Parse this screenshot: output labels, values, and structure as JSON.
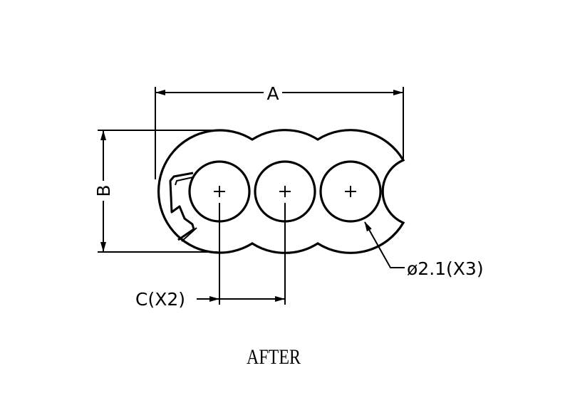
{
  "drawing": {
    "dimension_a_label": "A",
    "dimension_b_label": "B",
    "dimension_c_label": "C(X2)",
    "hole_callout": "ø2.1(X3)",
    "caption": "AFTER",
    "hole_count": 3,
    "line_color": "#000000"
  }
}
